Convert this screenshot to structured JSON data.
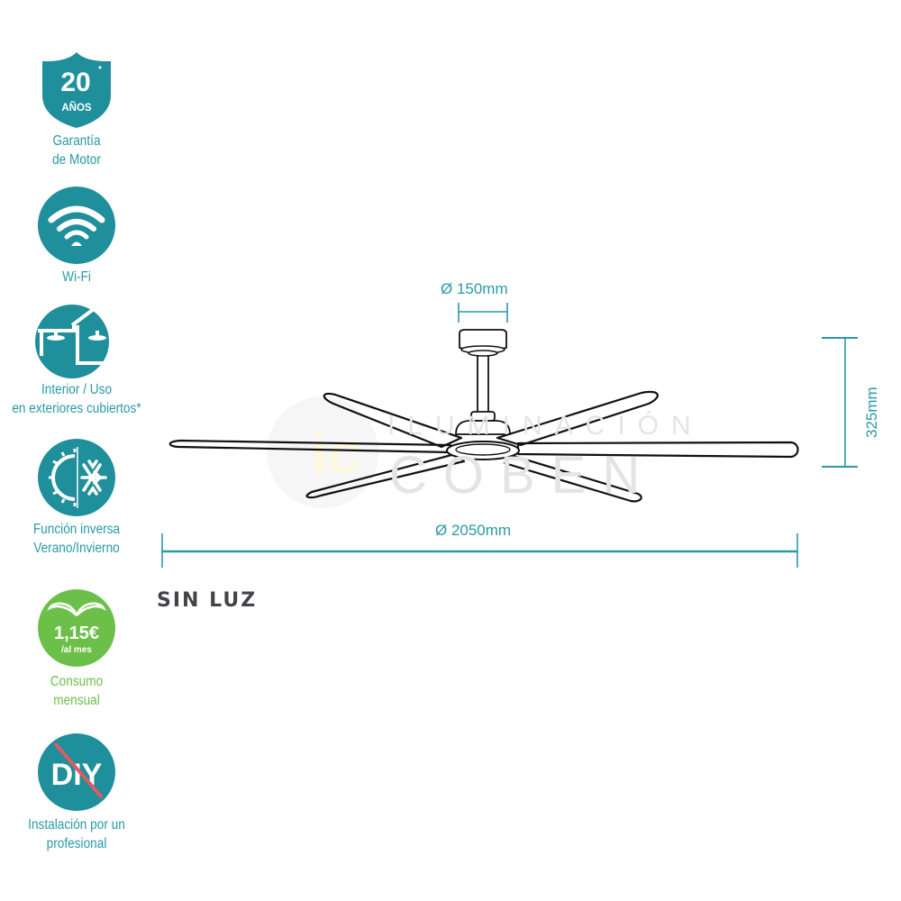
{
  "features": [
    {
      "id": "warranty",
      "icon": "shield-icon",
      "badge_number": "20",
      "badge_mark": "*",
      "badge_text": "AÑOS",
      "lines": [
        "Garantía",
        "de Motor"
      ]
    },
    {
      "id": "wifi",
      "icon": "wifi-icon",
      "lines": [
        "Wi-Fi"
      ]
    },
    {
      "id": "indoor-outdoor",
      "icon": "house-fan-icon",
      "lines": [
        "Interior / Uso",
        "en exteriores cubiertos*"
      ]
    },
    {
      "id": "reverse",
      "icon": "sun-snowflake-icon",
      "lines": [
        "Función inversa",
        "Verano/Invierno"
      ]
    },
    {
      "id": "consumption",
      "icon": "leaf-consumption-icon",
      "badge_value": "1,15€",
      "badge_sub": "/al mes",
      "lines": [
        "Consumo",
        "mensual"
      ]
    },
    {
      "id": "professional",
      "icon": "no-diy-icon",
      "badge_text": "DIY",
      "lines": [
        "Instalación por un",
        "profesional"
      ]
    }
  ],
  "dimensions": {
    "canopy_diameter": "Ø 150mm",
    "height": "325mm",
    "blade_diameter": "Ø 2050mm"
  },
  "variant_label": "SIN LUZ",
  "watermark": {
    "logo": "ic",
    "line1": "ILUMINACIÓN",
    "line2": "COBEN"
  },
  "colors": {
    "teal": "#1f8f9b",
    "teal_text": "#2a9aa5",
    "green": "#6cc04a",
    "red_strike": "#e05a63",
    "dim_line": "#2a9aa5"
  }
}
